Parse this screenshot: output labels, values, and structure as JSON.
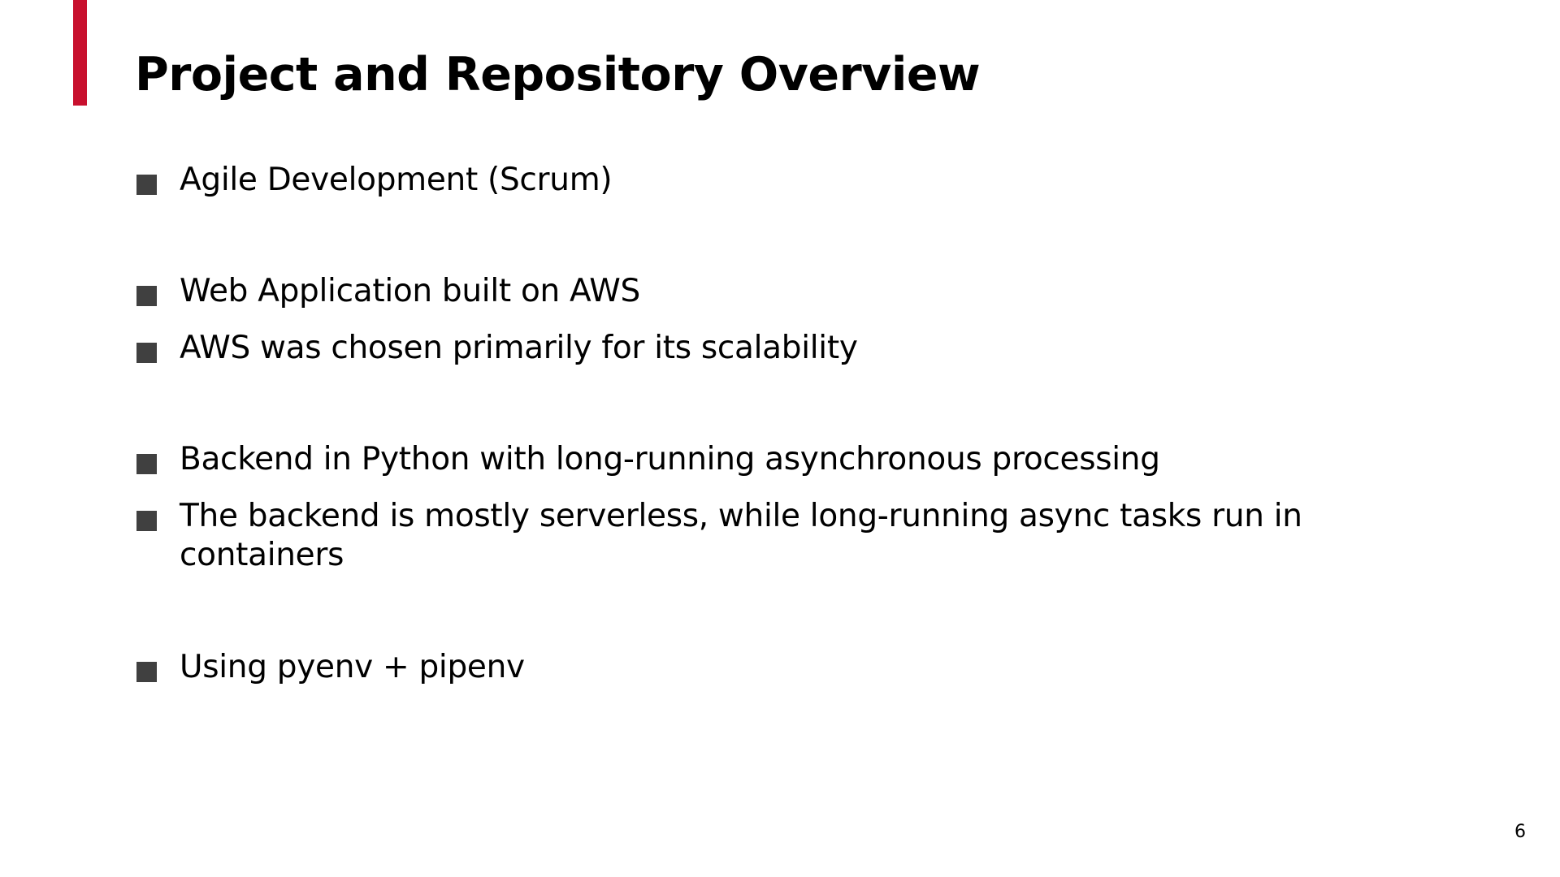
{
  "slide": {
    "title": "Project and Repository Overview",
    "accent_color": "#C8102E",
    "bullet_color": "#404040",
    "page_number": "6",
    "bullets": [
      {
        "text": "Agile Development (Scrum)"
      },
      {
        "text": "Web Application built on AWS"
      },
      {
        "text": "AWS was chosen primarily for its scalability"
      },
      {
        "text": "Backend in Python with long-running asynchronous processing"
      },
      {
        "text": "The backend is mostly serverless, while long-running async tasks run in containers"
      },
      {
        "text": "Using pyenv + pipenv"
      }
    ]
  }
}
